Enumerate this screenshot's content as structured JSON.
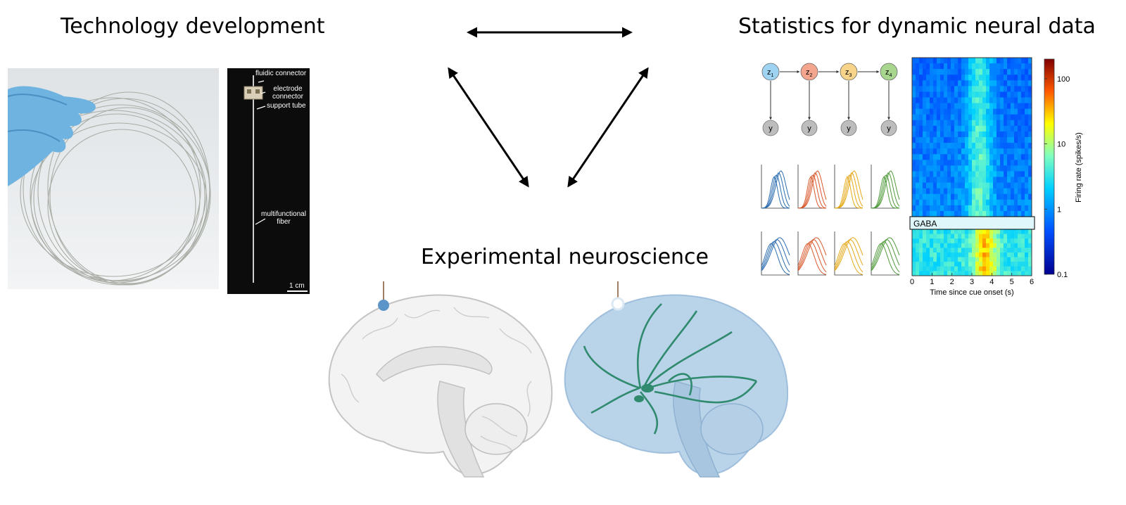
{
  "headings": {
    "technology": "Technology development",
    "statistics": "Statistics for dynamic neural data",
    "experimental": "Experimental neuroscience"
  },
  "probe_photo": {
    "labels": [
      "fluidic connector",
      "electrode connector",
      "support tube",
      "multifunctional fiber"
    ],
    "scale_bar": "1 cm"
  },
  "hmm": {
    "latent_nodes": [
      "z1",
      "z2",
      "z3",
      "z4"
    ],
    "observed_label": "y",
    "colors": [
      "#9fd3f2",
      "#f4a58e",
      "#f7d48a",
      "#a9d68f"
    ],
    "stroke_colors": [
      "#2b6cb0",
      "#d9582b",
      "#e6a817",
      "#4f9a3a"
    ]
  },
  "heatmap": {
    "condition_label": "GABA",
    "xlabel": "Time since cue onset (s)",
    "x_ticks": [
      "0",
      "1",
      "2",
      "3",
      "4",
      "5",
      "6"
    ],
    "colorbar_label": "Firing rate (spikes/s)",
    "colorbar_ticks": [
      "100",
      "10",
      "1",
      "0.1"
    ]
  }
}
